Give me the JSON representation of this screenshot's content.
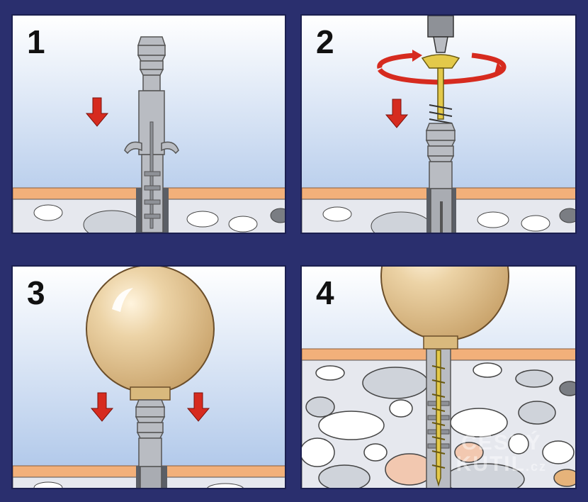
{
  "steps": [
    {
      "number": "1"
    },
    {
      "number": "2"
    },
    {
      "number": "3"
    },
    {
      "number": "4"
    }
  ],
  "watermark": {
    "line1": "ČESKÝ",
    "line2": "KUTIL",
    "suffix": ".cz"
  },
  "colors": {
    "frame": "#2a2f6e",
    "sky_top": "#ffffff",
    "sky_bottom": "#a9c3e8",
    "ground_stripe": "#f2b07a",
    "wall": "#e6e8ee",
    "arrow": "#d62b1f",
    "ball": "#e6c99a",
    "plug": "#b9bcc2",
    "screw": "#e3c94a"
  }
}
